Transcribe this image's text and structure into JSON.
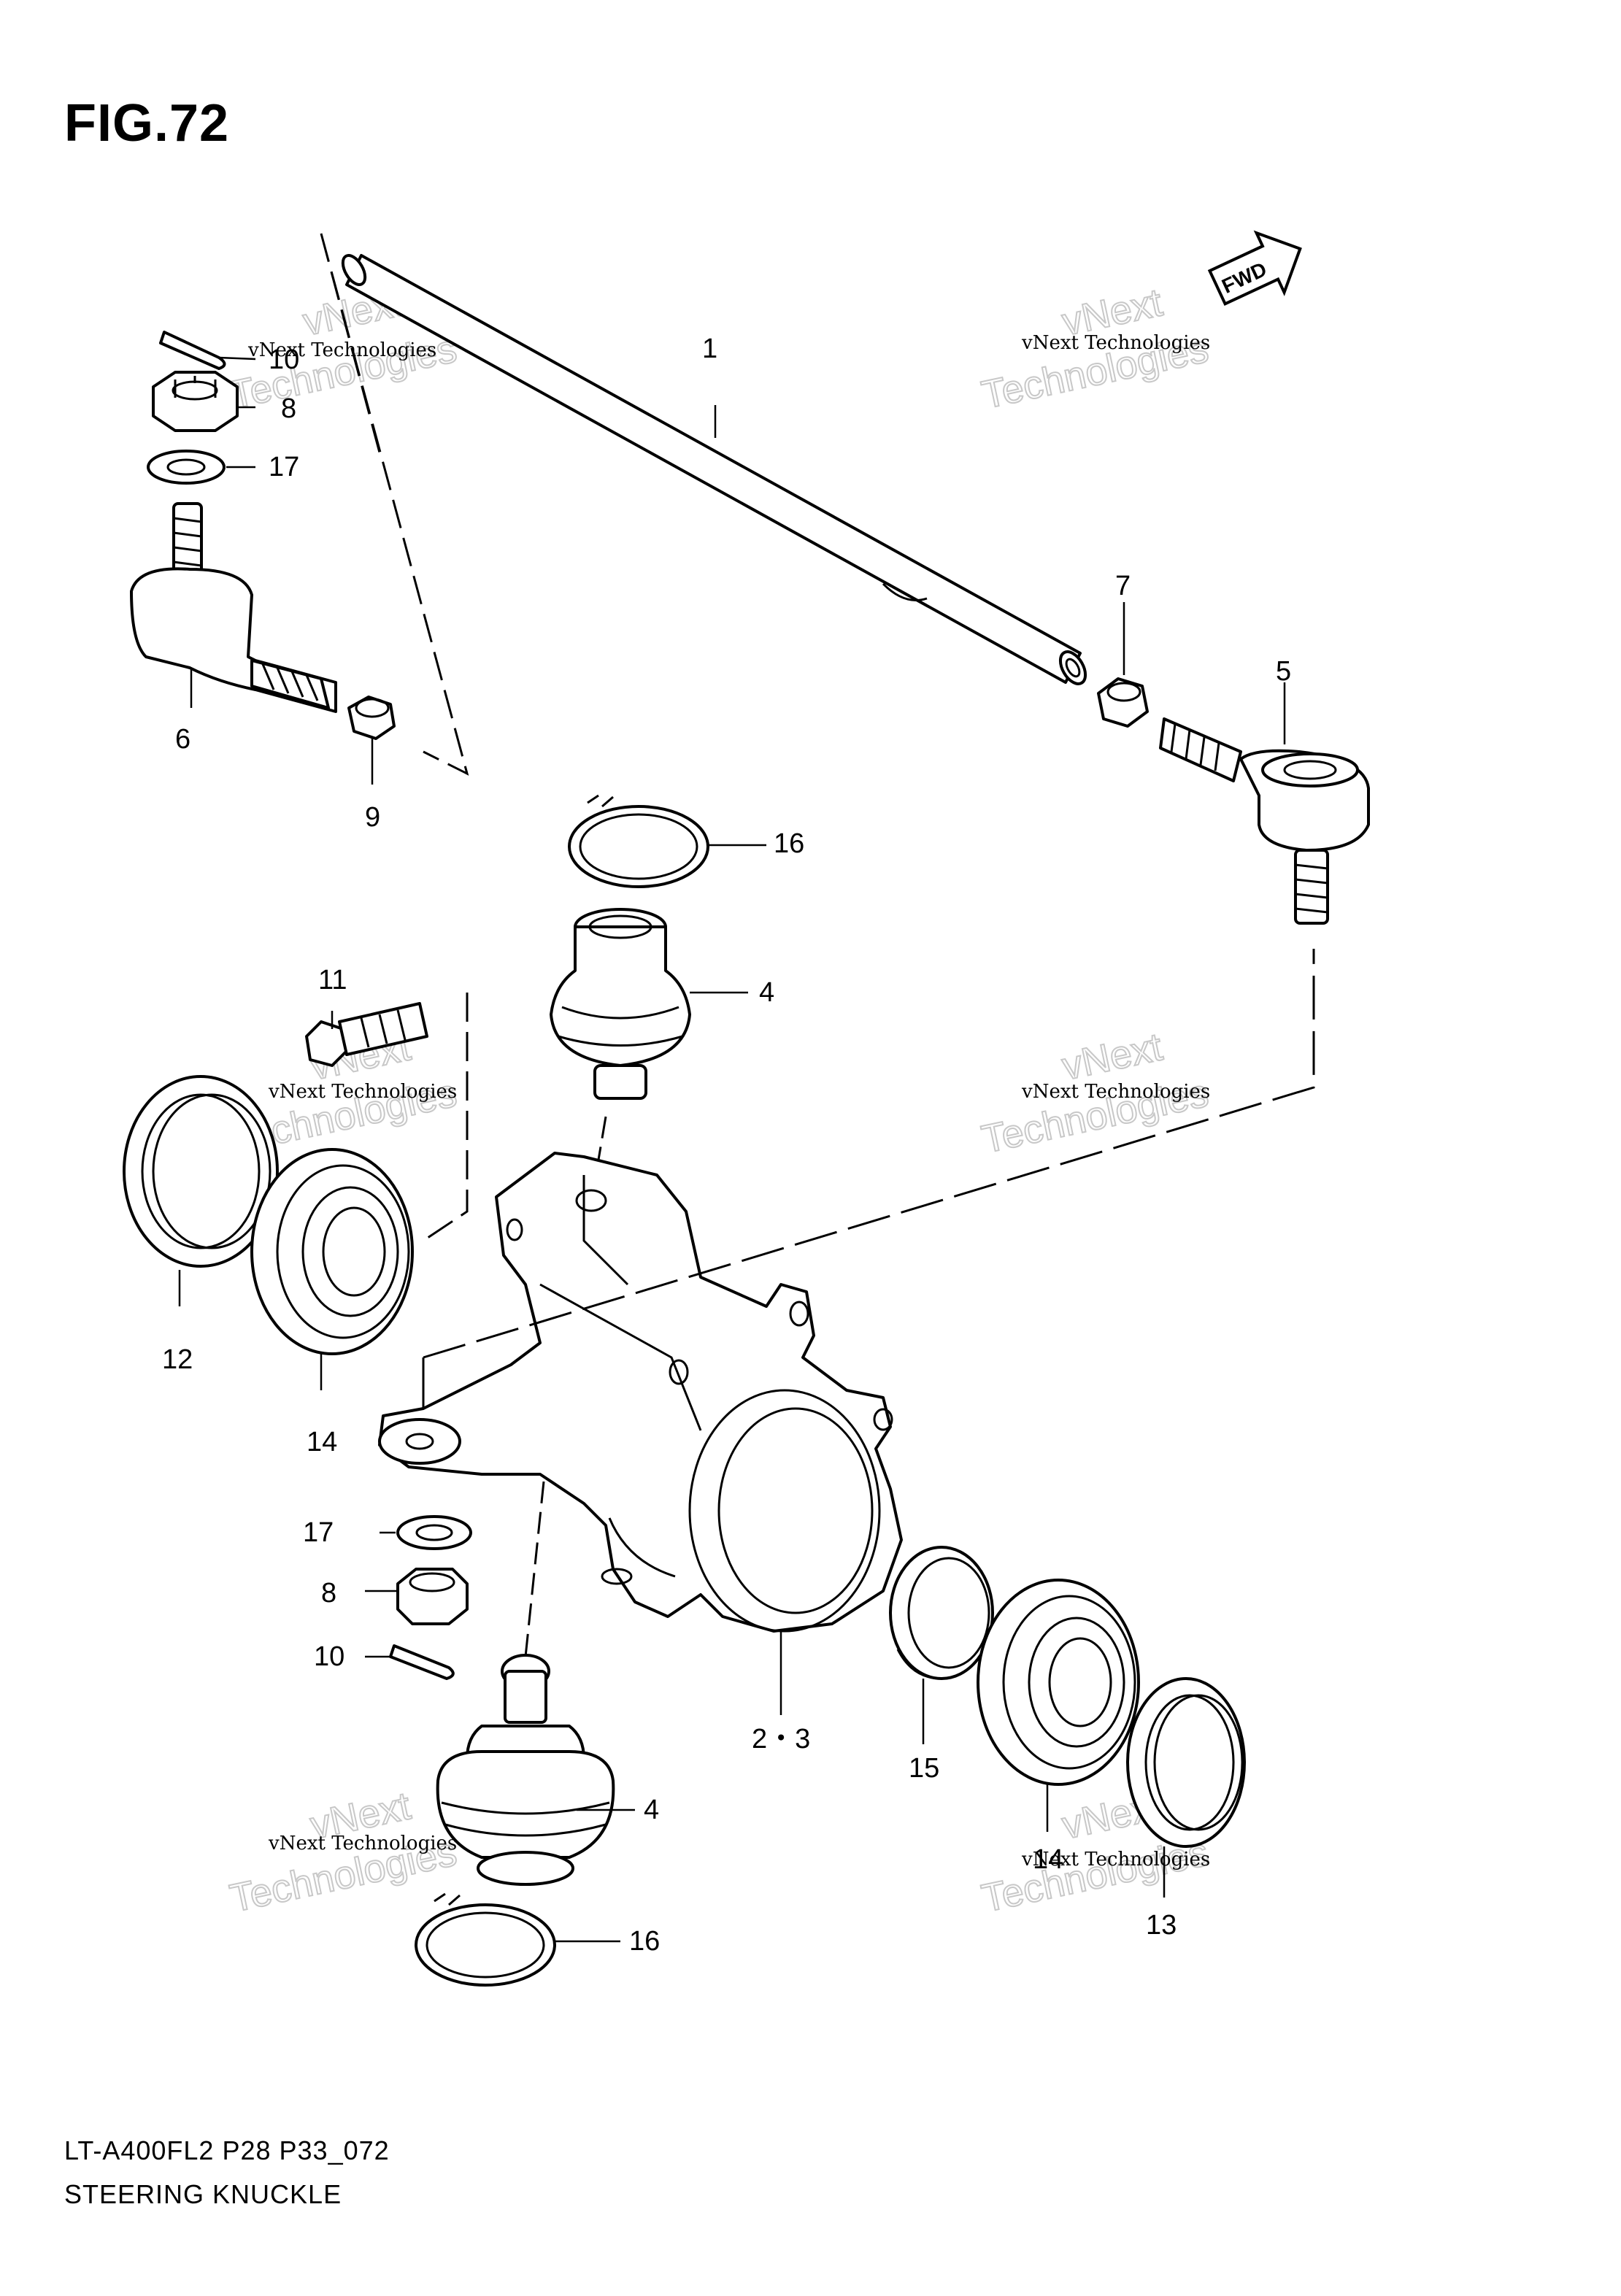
{
  "figure": {
    "title": "FIG.72"
  },
  "footer": {
    "code": "LT-A400FL2 P28 P33_072",
    "caption": "STEERING KNUCKLE"
  },
  "fwd_badge": "FWD",
  "watermark": {
    "line1": "vNext Technologies",
    "line2": "vNext",
    "line3": "Technologies"
  },
  "callouts": {
    "c1": "1",
    "c2_3": "2・3",
    "c4_upper": "4",
    "c4_lower": "4",
    "c5": "5",
    "c6": "6",
    "c7": "7",
    "c8_upper": "8",
    "c8_lower": "8",
    "c9": "9",
    "c10_upper": "10",
    "c10_lower": "10",
    "c11": "11",
    "c12": "12",
    "c13": "13",
    "c14_left": "14",
    "c14_right": "14",
    "c15": "15",
    "c16_upper": "16",
    "c16_lower": "16",
    "c17_upper": "17",
    "c17_lower": "17"
  }
}
